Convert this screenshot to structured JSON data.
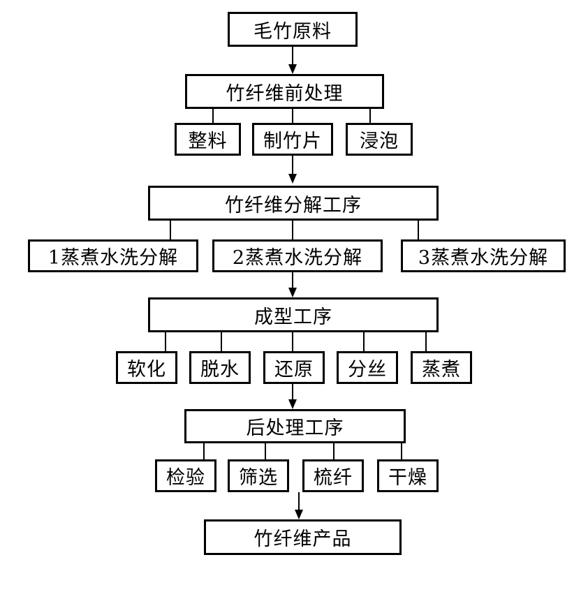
{
  "diagram": {
    "start": "毛竹原料",
    "pretreatment": {
      "title": "竹纤维前处理",
      "steps": [
        "整料",
        "制竹片",
        "浸泡"
      ]
    },
    "decomposition": {
      "title": "竹纤维分解工序",
      "steps": [
        "1蒸煮水洗分解",
        "2蒸煮水洗分解",
        "3蒸煮水洗分解"
      ]
    },
    "forming": {
      "title": "成型工序",
      "steps": [
        "软化",
        "脱水",
        "还原",
        "分丝",
        "蒸煮"
      ]
    },
    "post": {
      "title": "后处理工序",
      "steps": [
        "检验",
        "筛选",
        "梳纤",
        "干燥"
      ]
    },
    "end": "竹纤维产品"
  }
}
